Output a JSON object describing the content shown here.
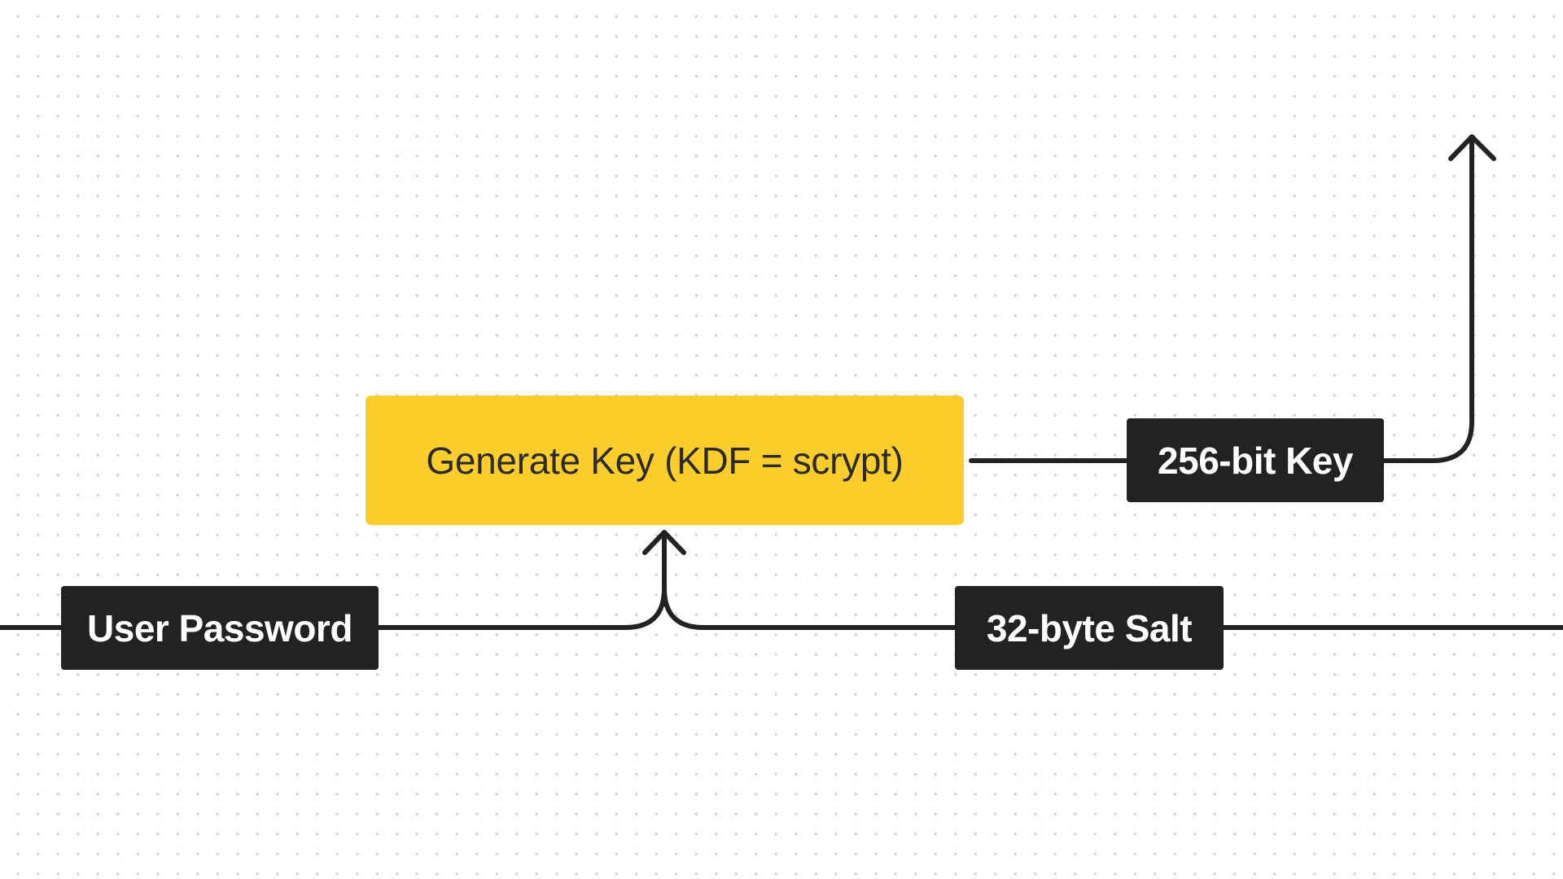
{
  "diagram": {
    "process": {
      "label": "Generate Key (KDF = scrypt)",
      "color": "#fdcd2c"
    },
    "labels": {
      "password": "User Password",
      "salt": "32-byte Salt",
      "key": "256-bit Key"
    },
    "colors": {
      "line": "#222222",
      "tag_background": "#222222",
      "tag_text": "#ffffff",
      "grid_dot": "#d4d4d4"
    }
  }
}
